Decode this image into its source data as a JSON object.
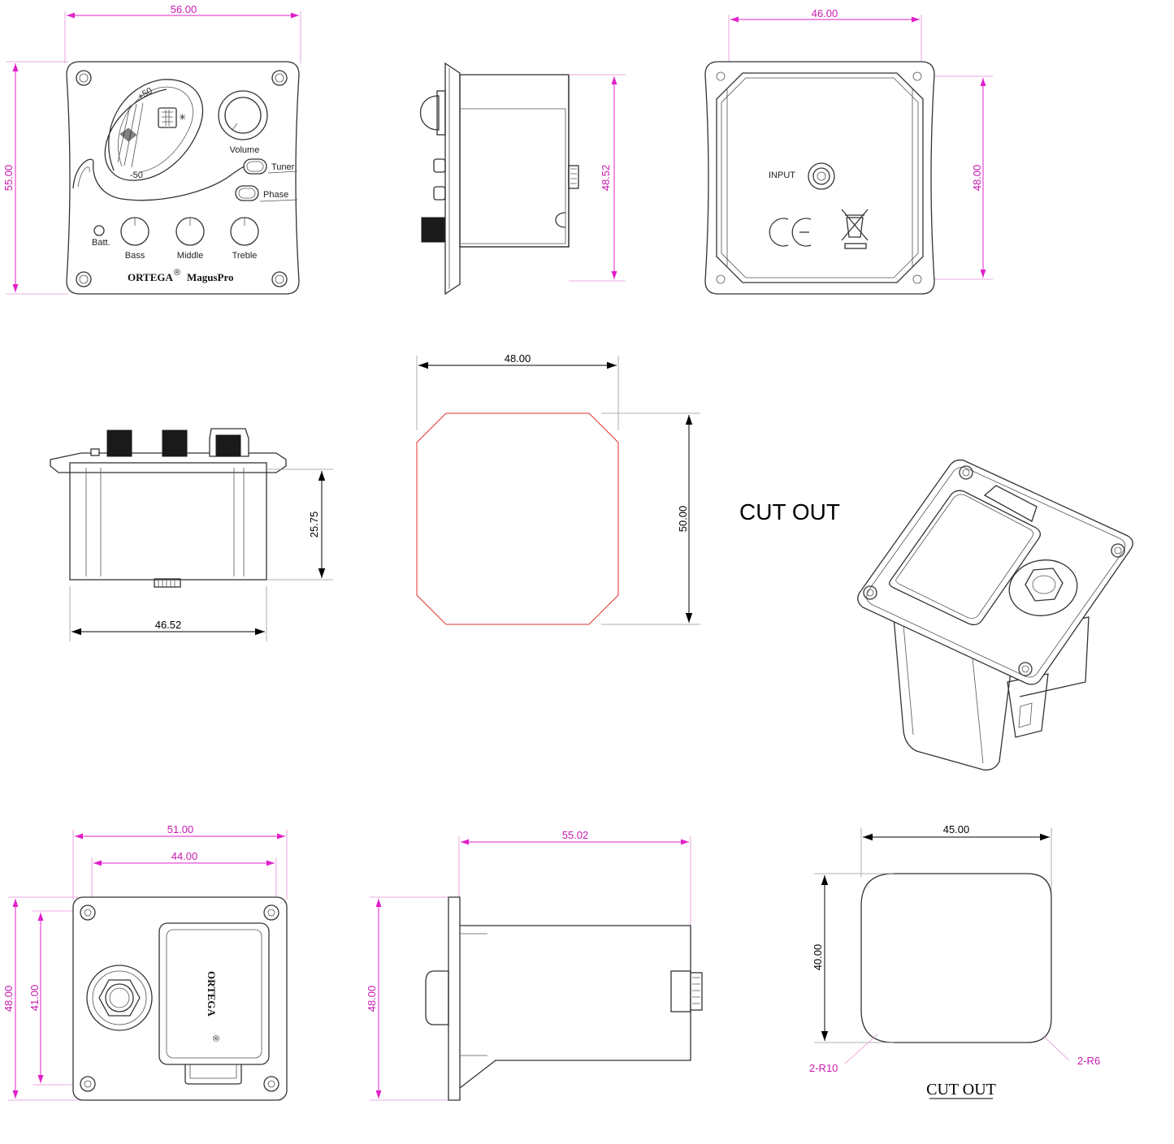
{
  "dimensions": {
    "front_width": "56.00",
    "front_height": "55.00",
    "side_depth": "48.52",
    "back_width": "46.00",
    "back_height": "48.00",
    "bottom_height": "25.75",
    "bottom_width": "46.52",
    "cutout1_width": "48.00",
    "cutout1_height": "50.00",
    "jack_outer_width": "51.00",
    "jack_inner_width": "44.00",
    "jack_outer_height": "48.00",
    "jack_inner_height": "41.00",
    "jack_side_depth": "55.02",
    "jack_side_height": "48.00",
    "cutout2_width": "45.00",
    "cutout2_height": "40.00",
    "radius_left": "2-R10",
    "radius_right": "2-R6"
  },
  "preamp_labels": {
    "volume": "Volume",
    "tuner": "Tuner",
    "phase": "Phase",
    "batt": "Batt.",
    "bass": "Bass",
    "middle": "Middle",
    "treble": "Treble",
    "brand": "ORTEGA",
    "reg": "®",
    "model": "MagusPro",
    "meter_top": "+50",
    "meter_bottom": "-50",
    "input": "INPUT"
  },
  "jack_plate_brand": "ORTEGA",
  "cut_out_label": "CUT OUT",
  "cut_out_label_2": "CUT  OUT",
  "colors": {
    "dimension": "#e020c8",
    "cutout_outline": "#e03030",
    "line": "#333333"
  }
}
